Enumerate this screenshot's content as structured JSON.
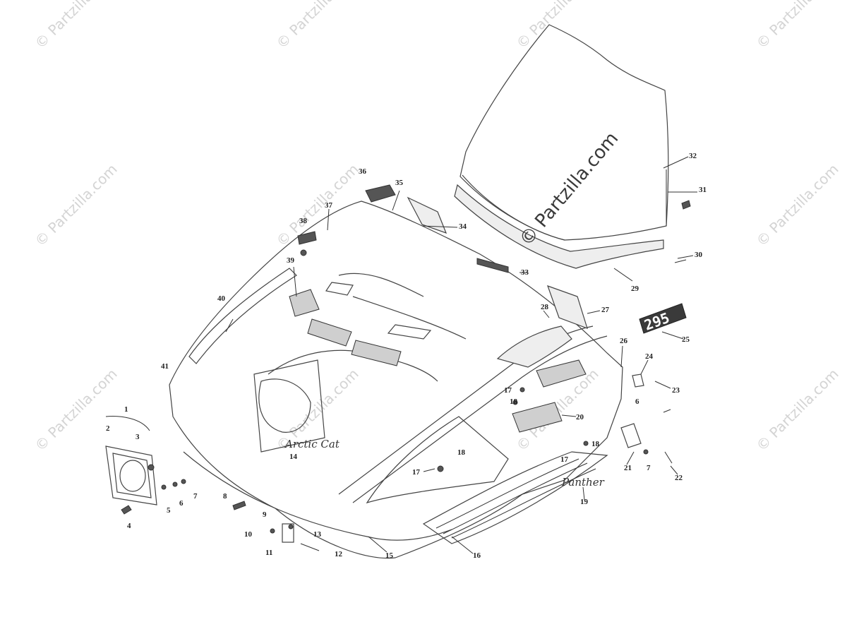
{
  "watermarks": {
    "small": "© Partzilla.com",
    "big": "© Partzilla.com"
  },
  "emblems": {
    "plate": "295",
    "script_right": "Panther",
    "script_left": "Arctic Cat"
  },
  "callouts": [
    "1",
    "2",
    "3",
    "4",
    "5",
    "6",
    "7",
    "8",
    "9",
    "10",
    "11",
    "12",
    "13",
    "14",
    "15",
    "16",
    "17",
    "18",
    "19",
    "20",
    "21",
    "22",
    "23",
    "24",
    "25",
    "26",
    "27",
    "28",
    "29",
    "30",
    "31",
    "32",
    "33",
    "34",
    "35",
    "36",
    "37",
    "38",
    "39",
    "40",
    "41"
  ],
  "colors": {
    "line": "#333333",
    "watermark": "#d4d4d4",
    "plate": "#3a3a3a"
  }
}
